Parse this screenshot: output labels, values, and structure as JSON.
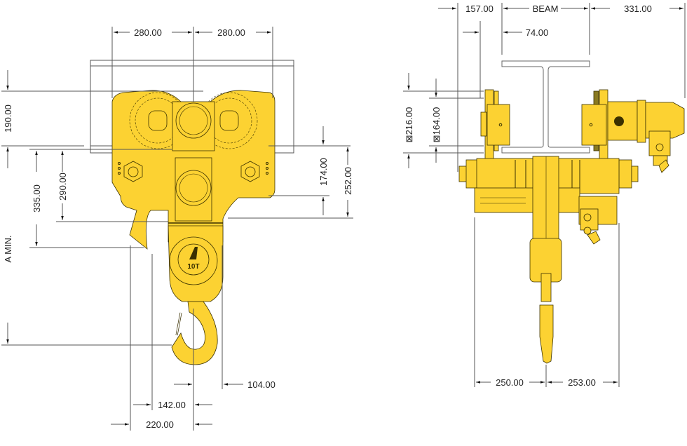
{
  "drawing": {
    "type": "hoist-trolley-dimension-drawing",
    "colors": {
      "body": "#fcd232",
      "outline": "#3a3000",
      "dimension_line": "#555555",
      "text": "#222222",
      "background": "#ffffff"
    },
    "front_view": {
      "capacity_label": "10T",
      "dimensions": {
        "top_left": "280.00",
        "top_right": "280.00",
        "left_190": "190.00",
        "left_335": "335.00",
        "left_290": "290.00",
        "left_a_min": "A MIN.",
        "right_174": "174.00",
        "right_252": "252.00",
        "bottom_104": "104.00",
        "bottom_142": "142.00",
        "bottom_220": "220.00"
      }
    },
    "side_view": {
      "dimensions": {
        "top_157": "157.00",
        "top_beam": "BEAM",
        "top_331": "331.00",
        "top_74": "74.00",
        "left_216": "⊠216.00",
        "left_164": "⊠164.00",
        "bottom_250": "250.00",
        "bottom_253": "253.00"
      }
    }
  }
}
